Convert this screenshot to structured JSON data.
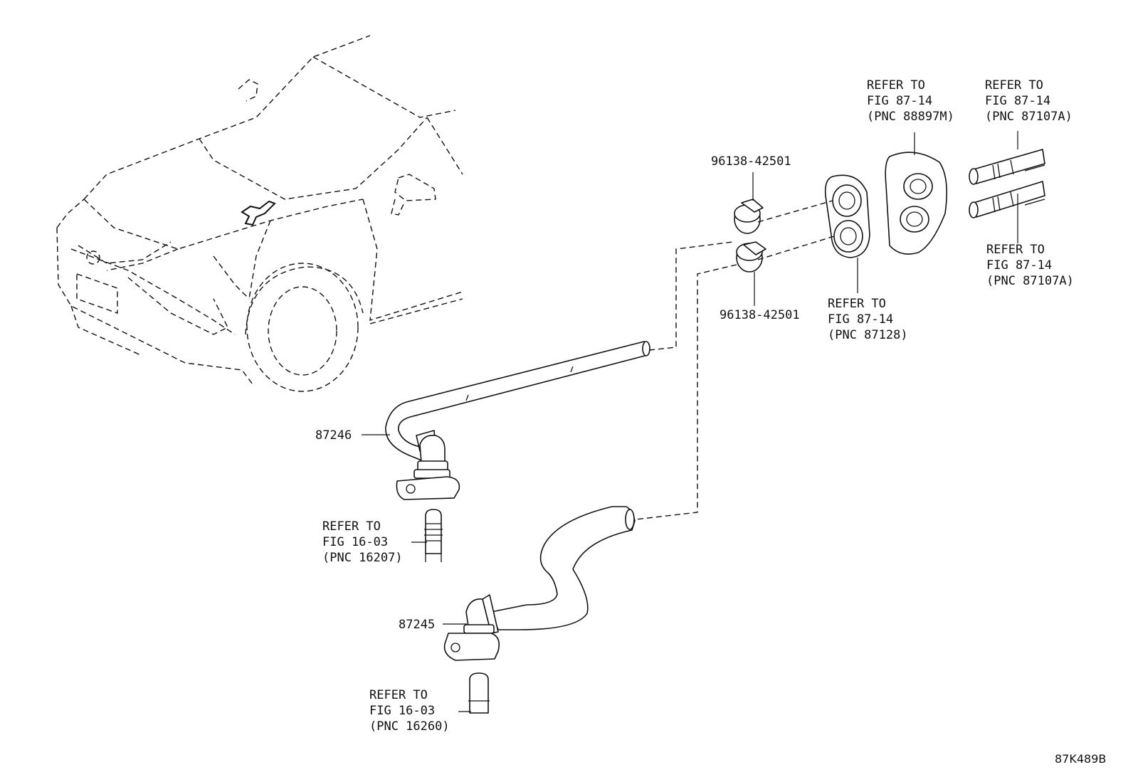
{
  "diagram_code": "87K489B",
  "part_labels": {
    "hose_upper": "87246",
    "hose_lower": "87245",
    "clamp_upper": "96138-42501",
    "clamp_lower": "96138-42501"
  },
  "refs": {
    "grommet_outer": [
      "REFER TO",
      "FIG 87-14",
      "(PNC 88897M)"
    ],
    "pipe_upper": [
      "REFER TO",
      "FIG 87-14",
      "(PNC 87107A)"
    ],
    "pipe_lower": [
      "REFER TO",
      "FIG 87-14",
      "(PNC 87107A)"
    ],
    "grommet_inner": [
      "REFER TO",
      "FIG 87-14",
      "(PNC 87128)"
    ],
    "engine_pipe_upper": [
      "REFER TO",
      "FIG 16-03",
      "(PNC 16207)"
    ],
    "engine_pipe_lower": [
      "REFER TO",
      "FIG 16-03",
      "(PNC 16260)"
    ]
  }
}
